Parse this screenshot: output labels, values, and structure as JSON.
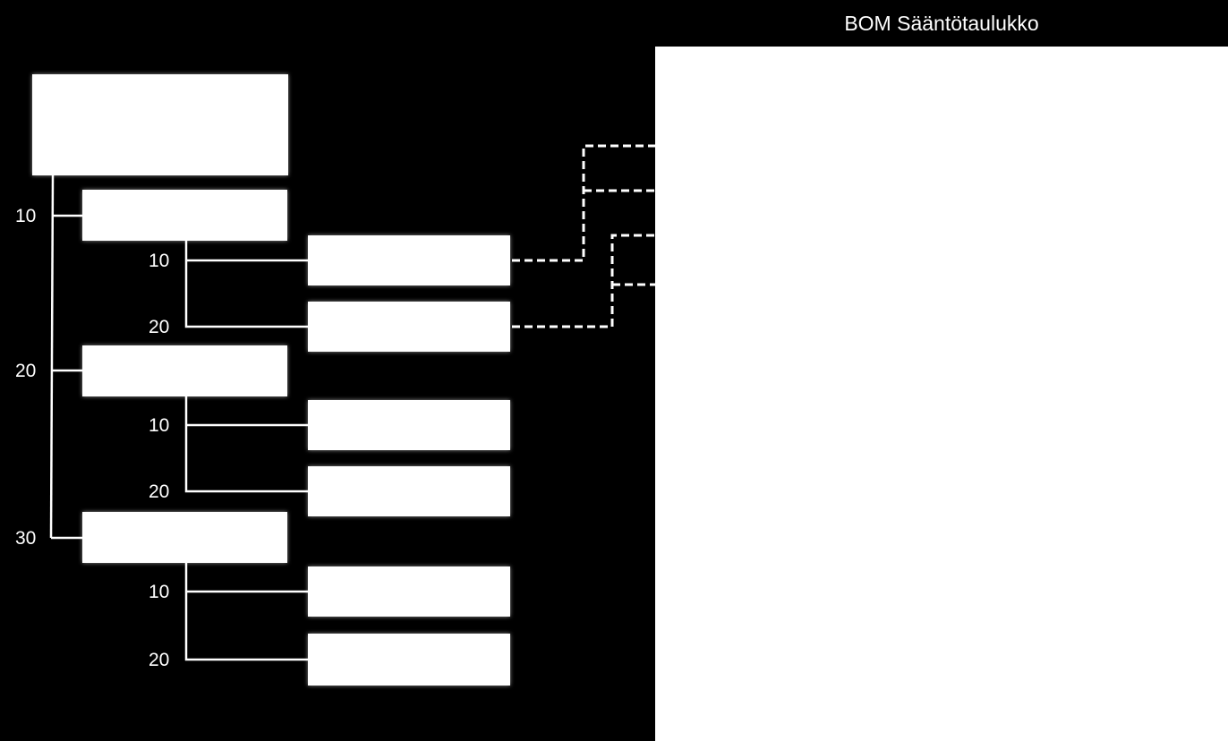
{
  "bom_table": {
    "title": "BOM Sääntötaulukko"
  },
  "tree": {
    "level1": [
      {
        "seq": "10",
        "children": [
          {
            "seq": "10",
            "linked_rows": 2
          },
          {
            "seq": "20",
            "linked_rows": 2
          }
        ]
      },
      {
        "seq": "20",
        "children": [
          {
            "seq": "10"
          },
          {
            "seq": "20"
          }
        ]
      },
      {
        "seq": "30",
        "children": [
          {
            "seq": "10"
          },
          {
            "seq": "20"
          }
        ]
      }
    ]
  },
  "colors": {
    "background": "#000000",
    "node_fill": "#ffffff",
    "line": "#ffffff"
  }
}
